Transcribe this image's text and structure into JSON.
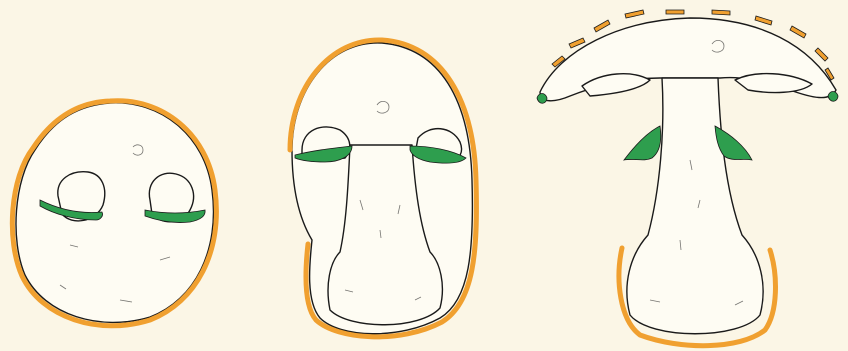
{
  "figure": {
    "stages": [
      {
        "id": "button-stage"
      },
      {
        "id": "egg-stage"
      },
      {
        "id": "mature-stage"
      }
    ],
    "colors": {
      "background": "#fbf6e6",
      "flesh": "#fefcf3",
      "universal_veil": "#f0a030",
      "gills": "#2e9e4e",
      "outline": "#1a1a1a"
    }
  }
}
